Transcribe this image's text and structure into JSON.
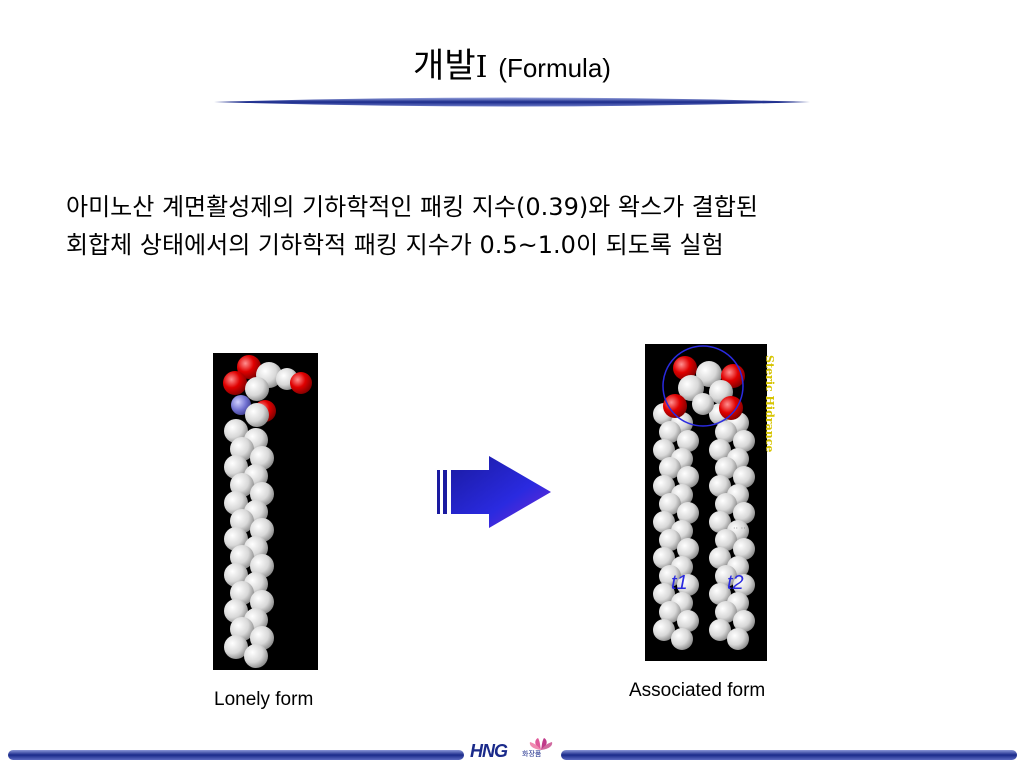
{
  "slide": {
    "title_korean": "개발",
    "title_roman": "Ⅰ",
    "title_formula": "(Formula)",
    "body_line1": "아미노산 계면활성제의 기하학적인 패킹 지수(0.39)와  왁스가 결합된",
    "body_line2": "회합체 상태에서의 기하학적 패킹 지수가 0.5~1.0이 되도록 실험",
    "caption_lonely": "Lonely form",
    "caption_associated": "Associated form",
    "steric_label": "Steric Hidrance",
    "chain_label_1": "t1",
    "chain_label_2": "t2",
    "logo_text": "HNG",
    "logo_subtext": "화장품"
  },
  "colors": {
    "accent_navy": "#1a2a8a",
    "oxygen_red": "#e00000",
    "nitrogen_blue": "#7070d0",
    "steric_circle": "#2a2ae0",
    "steric_text": "#d6c400"
  },
  "icons": {
    "arrow": "right-arrow-icon"
  }
}
